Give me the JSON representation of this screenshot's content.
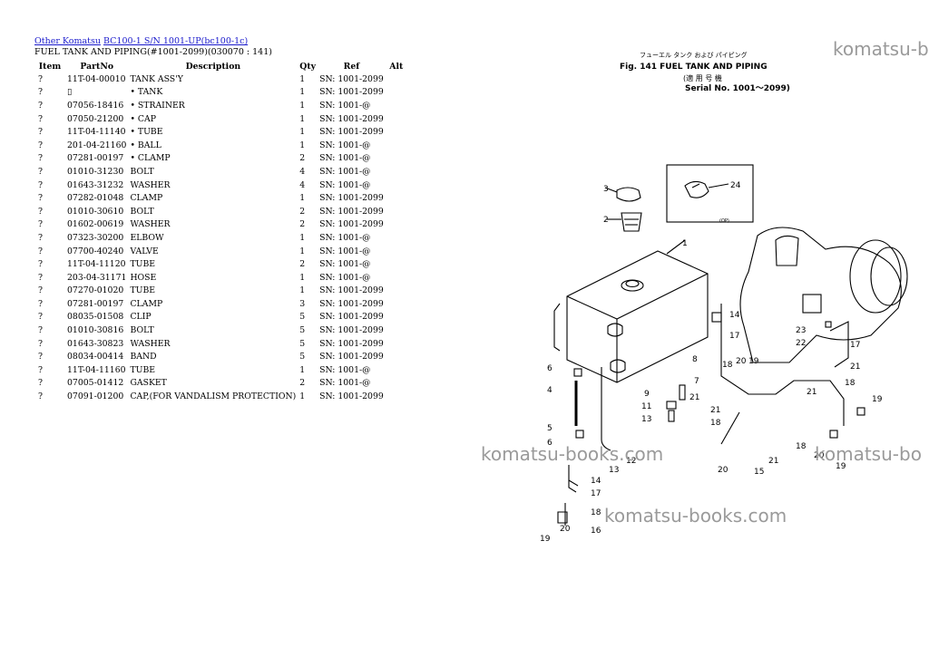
{
  "breadcrumb": {
    "link1": "Other Komatsu",
    "link2": "BC100-1 S/N 1001-UP(bc100-1c)"
  },
  "subtitle": "FUEL TANK AND PIPING(#1001-2099)(030070 : 141)",
  "table": {
    "headers": [
      "Item",
      "PartNo",
      "Description",
      "Qty",
      "Ref",
      "Alt"
    ],
    "rows": [
      [
        "?",
        "11T-04-00010",
        "TANK ASS'Y",
        "1",
        "SN: 1001-2099",
        ""
      ],
      [
        "?",
        "▯",
        "• TANK",
        "1",
        "SN: 1001-2099",
        ""
      ],
      [
        "?",
        "07056-18416",
        "• STRAINER",
        "1",
        "SN: 1001-@",
        ""
      ],
      [
        "?",
        "07050-21200",
        "• CAP",
        "1",
        "SN: 1001-2099",
        ""
      ],
      [
        "?",
        "11T-04-11140",
        "• TUBE",
        "1",
        "SN: 1001-2099",
        ""
      ],
      [
        "?",
        "201-04-21160",
        "• BALL",
        "1",
        "SN: 1001-@",
        ""
      ],
      [
        "?",
        "07281-00197",
        "• CLAMP",
        "2",
        "SN: 1001-@",
        ""
      ],
      [
        "?",
        "01010-31230",
        "BOLT",
        "4",
        "SN: 1001-@",
        ""
      ],
      [
        "?",
        "01643-31232",
        "WASHER",
        "4",
        "SN: 1001-@",
        ""
      ],
      [
        "?",
        "07282-01048",
        "CLAMP",
        "1",
        "SN: 1001-2099",
        ""
      ],
      [
        "?",
        "01010-30610",
        "BOLT",
        "2",
        "SN: 1001-2099",
        ""
      ],
      [
        "?",
        "01602-00619",
        "WASHER",
        "2",
        "SN: 1001-2099",
        ""
      ],
      [
        "?",
        "07323-30200",
        "ELBOW",
        "1",
        "SN: 1001-@",
        ""
      ],
      [
        "?",
        "07700-40240",
        "VALVE",
        "1",
        "SN: 1001-@",
        ""
      ],
      [
        "?",
        "11T-04-11120",
        "TUBE",
        "2",
        "SN: 1001-@",
        ""
      ],
      [
        "?",
        "203-04-31171",
        "HOSE",
        "1",
        "SN: 1001-@",
        ""
      ],
      [
        "?",
        "07270-01020",
        "TUBE",
        "1",
        "SN: 1001-2099",
        ""
      ],
      [
        "?",
        "07281-00197",
        "CLAMP",
        "3",
        "SN: 1001-2099",
        ""
      ],
      [
        "?",
        "08035-01508",
        "CLIP",
        "5",
        "SN: 1001-2099",
        ""
      ],
      [
        "?",
        "01010-30816",
        "BOLT",
        "5",
        "SN: 1001-2099",
        ""
      ],
      [
        "?",
        "01643-30823",
        "WASHER",
        "5",
        "SN: 1001-2099",
        ""
      ],
      [
        "?",
        "08034-00414",
        "BAND",
        "5",
        "SN: 1001-2099",
        ""
      ],
      [
        "?",
        "11T-04-11160",
        "TUBE",
        "1",
        "SN: 1001-@",
        ""
      ],
      [
        "?",
        "07005-01412",
        "GASKET",
        "2",
        "SN: 1001-@",
        ""
      ],
      [
        "?",
        "07091-01200",
        "CAP,(FOR VANDALISM PROTECTION)",
        "1",
        "SN: 1001-2099",
        ""
      ]
    ]
  },
  "diagram": {
    "jp_title": "フューエル タンク および パイピング",
    "fig_title": "Fig. 141 FUEL TANK AND PIPING",
    "jp_serial": "(適 用 号 機",
    "serial": "Serial No. 1001～2099)",
    "op_label": "(OP)",
    "callouts": [
      "1",
      "2",
      "3",
      "24",
      "14",
      "17",
      "8",
      "7",
      "6",
      "4",
      "5",
      "6",
      "9",
      "11",
      "13",
      "12",
      "13",
      "14",
      "17",
      "18",
      "20",
      "19",
      "16",
      "18",
      "20",
      "21",
      "21",
      "18",
      "19",
      "23",
      "22",
      "17",
      "21",
      "18",
      "19",
      "21",
      "18",
      "20",
      "19",
      "15",
      "20",
      "21"
    ]
  },
  "watermarks": [
    "komatsu-b",
    "komatsu-books.com",
    "komatsu-bo",
    "komatsu-books.com"
  ]
}
